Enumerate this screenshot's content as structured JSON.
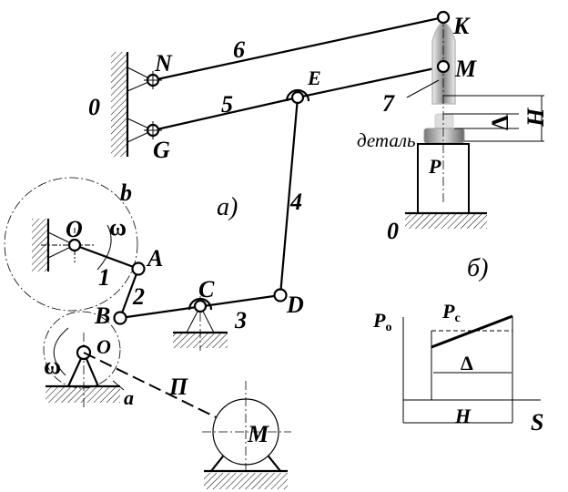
{
  "part_a": {
    "label": "a)",
    "points": {
      "K": "K",
      "M": "M",
      "N": "N",
      "G": "G",
      "E": "E",
      "A": "A",
      "B": "B",
      "C": "C",
      "D": "D",
      "O_top": "O",
      "O_bottom": "O",
      "motor": "M"
    },
    "links": {
      "l1": "1",
      "l2": "2",
      "l3": "3",
      "l4": "4",
      "l5": "5",
      "l6": "6",
      "l7": "7"
    },
    "frame_top": "0",
    "frame_right": "0",
    "omega_top": "ω",
    "omega_bottom": "ω",
    "circle_b": "b",
    "circle_a": "a",
    "transmission": "П",
    "workpiece": "деталь",
    "force": "P",
    "delta": "Δ",
    "height": "H"
  },
  "part_b": {
    "label": "б)",
    "y_label": "P",
    "y_label_sub": "o",
    "pc_label": "P",
    "pc_sub": "c",
    "delta": "Δ",
    "height": "H",
    "x_label": "S"
  }
}
